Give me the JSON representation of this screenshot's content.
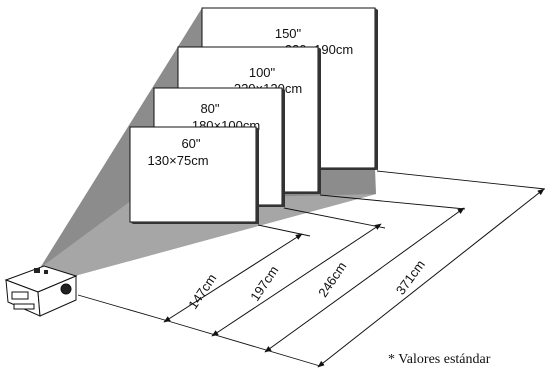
{
  "screens": [
    {
      "size": "150\"",
      "dimensions": "330×190cm"
    },
    {
      "size": "100\"",
      "dimensions": "220×120cm"
    },
    {
      "size": "80\"",
      "dimensions": "180×100cm"
    },
    {
      "size": "60\"",
      "dimensions": "130×75cm"
    }
  ],
  "distances": [
    "147cm",
    "197cm",
    "246cm",
    "371cm"
  ],
  "footnote": "* Valores estándar",
  "colors": {
    "beam": "#8c8c8c",
    "screen_fill": "#ffffff",
    "outline": "#111111"
  }
}
